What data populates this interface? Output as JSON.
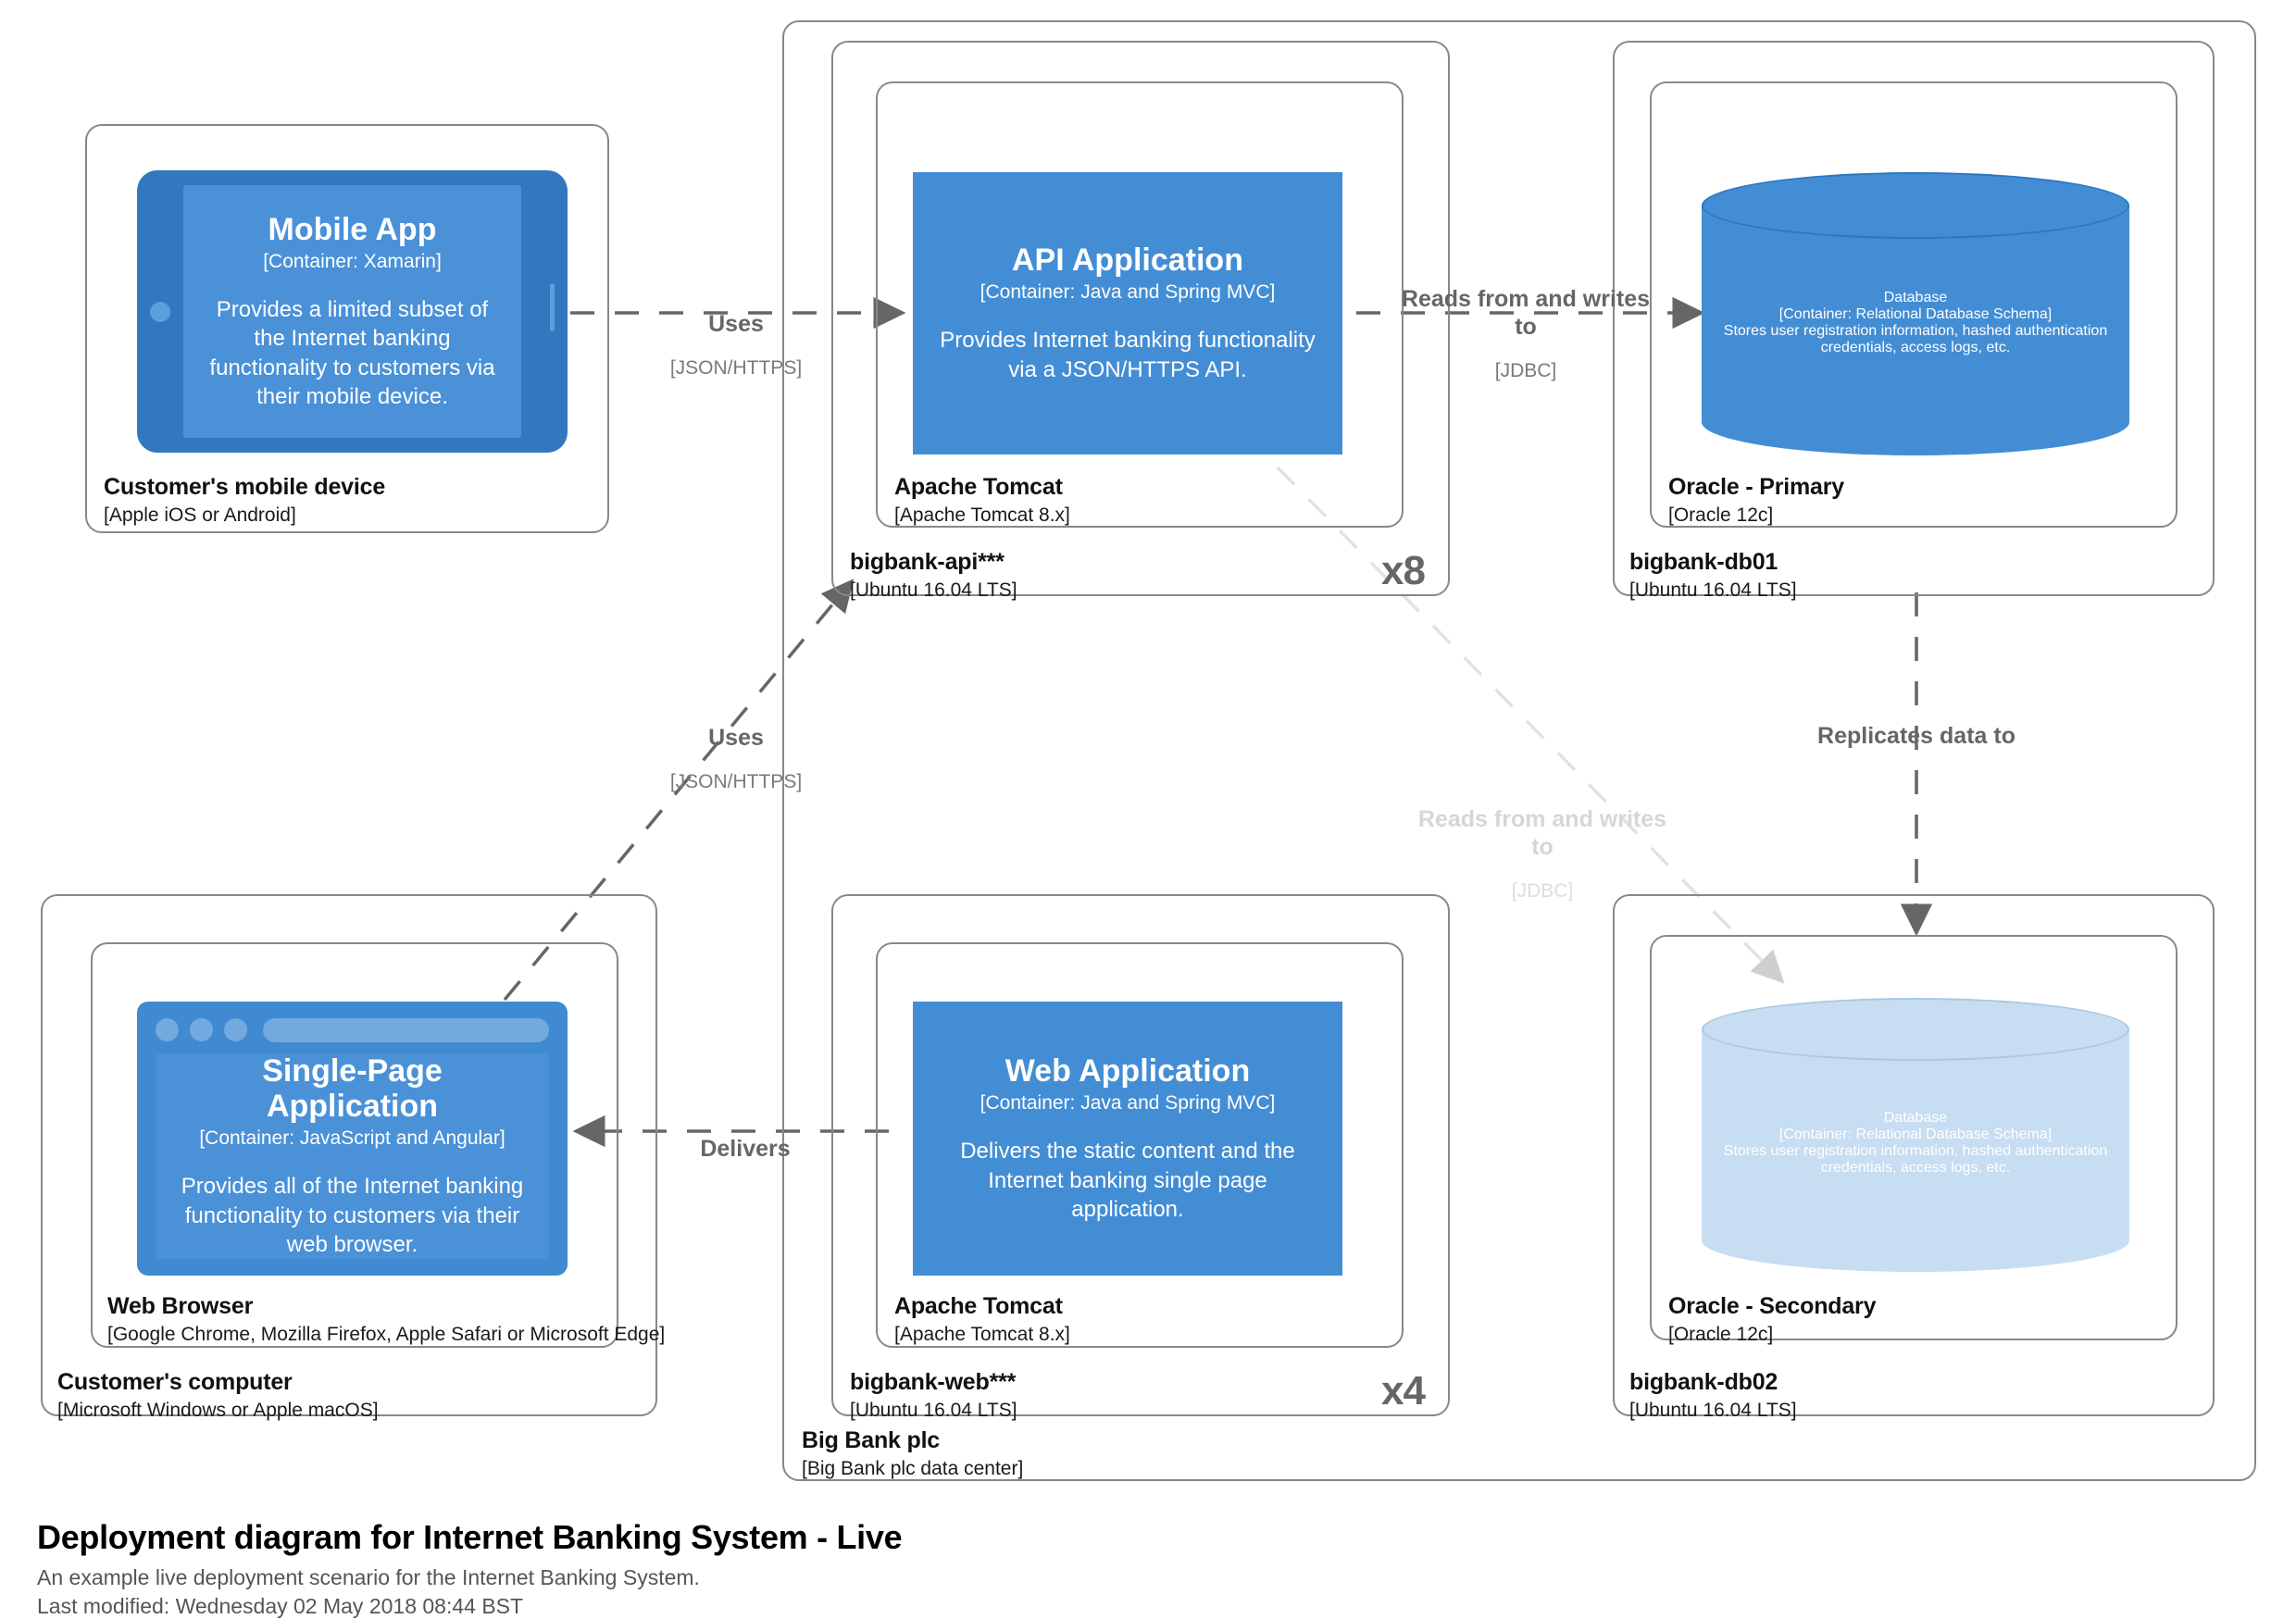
{
  "diagram": {
    "title": "Deployment diagram for Internet Banking System - Live",
    "subtitle": "An example live deployment scenario for the Internet Banking System.",
    "last_modified": "Last modified: Wednesday 02 May 2018 08:44 BST",
    "accent_blue": "#438DD5",
    "device_frame_blue": "#3178BE",
    "faded_blue": "#C7DDF1",
    "node_border": "#888888",
    "relationship_gray": "#666666"
  },
  "nodes": {
    "mobile_device": {
      "name": "Customer's mobile device",
      "tech": "[Apple iOS or Android]"
    },
    "customer_computer": {
      "name": "Customer's computer",
      "tech": "[Microsoft Windows or Apple macOS]"
    },
    "web_browser": {
      "name": "Web Browser",
      "tech": "[Google Chrome, Mozilla Firefox, Apple Safari or Microsoft Edge]"
    },
    "big_bank_plc": {
      "name": "Big Bank plc",
      "tech": "[Big Bank plc data center]"
    },
    "bigbank_api": {
      "name": "bigbank-api***",
      "tech": "[Ubuntu 16.04 LTS]",
      "multiplicity": "x8"
    },
    "api_tomcat": {
      "name": "Apache Tomcat",
      "tech": "[Apache Tomcat 8.x]"
    },
    "bigbank_web": {
      "name": "bigbank-web***",
      "tech": "[Ubuntu 16.04 LTS]",
      "multiplicity": "x4"
    },
    "web_tomcat": {
      "name": "Apache Tomcat",
      "tech": "[Apache Tomcat 8.x]"
    },
    "bigbank_db01": {
      "name": "bigbank-db01",
      "tech": "[Ubuntu 16.04 LTS]"
    },
    "oracle_primary": {
      "name": "Oracle - Primary",
      "tech": "[Oracle 12c]"
    },
    "bigbank_db02": {
      "name": "bigbank-db02",
      "tech": "[Ubuntu 16.04 LTS]"
    },
    "oracle_secondary": {
      "name": "Oracle - Secondary",
      "tech": "[Oracle 12c]"
    }
  },
  "containers": {
    "mobile_app": {
      "name": "Mobile App",
      "tech": "[Container: Xamarin]",
      "description": "Provides a limited subset of the Internet banking functionality to customers via their mobile device."
    },
    "api_application": {
      "name": "API Application",
      "tech": "[Container: Java and Spring MVC]",
      "description": "Provides Internet banking functionality via a JSON/HTTPS API."
    },
    "database_primary": {
      "name": "Database",
      "tech": "[Container: Relational Database Schema]",
      "description": "Stores user registration information, hashed authentication credentials, access logs, etc."
    },
    "single_page_application": {
      "name": "Single-Page Application",
      "tech": "[Container: JavaScript and Angular]",
      "description": "Provides all of the Internet banking functionality to customers via their web browser."
    },
    "web_application": {
      "name": "Web Application",
      "tech": "[Container: Java and Spring MVC]",
      "description": "Delivers the static content and the Internet banking single page application."
    },
    "database_secondary": {
      "name": "Database",
      "tech": "[Container: Relational Database Schema]",
      "description": "Stores user registration information, hashed authentication credentials, access logs, etc."
    }
  },
  "relationships": {
    "mobile_uses_api": {
      "description": "Uses",
      "technology": "[JSON/HTTPS]"
    },
    "api_reads_writes_db": {
      "description": "Reads from and writes to",
      "technology": "[JDBC]"
    },
    "spa_uses_api": {
      "description": "Uses",
      "technology": "[JSON/HTTPS]"
    },
    "web_delivers_spa": {
      "description": "Delivers",
      "technology": ""
    },
    "db_replicates": {
      "description": "Replicates data to",
      "technology": ""
    },
    "api_reads_writes_db2_faded": {
      "description": "Reads from and writes to",
      "technology": "[JDBC]"
    }
  }
}
